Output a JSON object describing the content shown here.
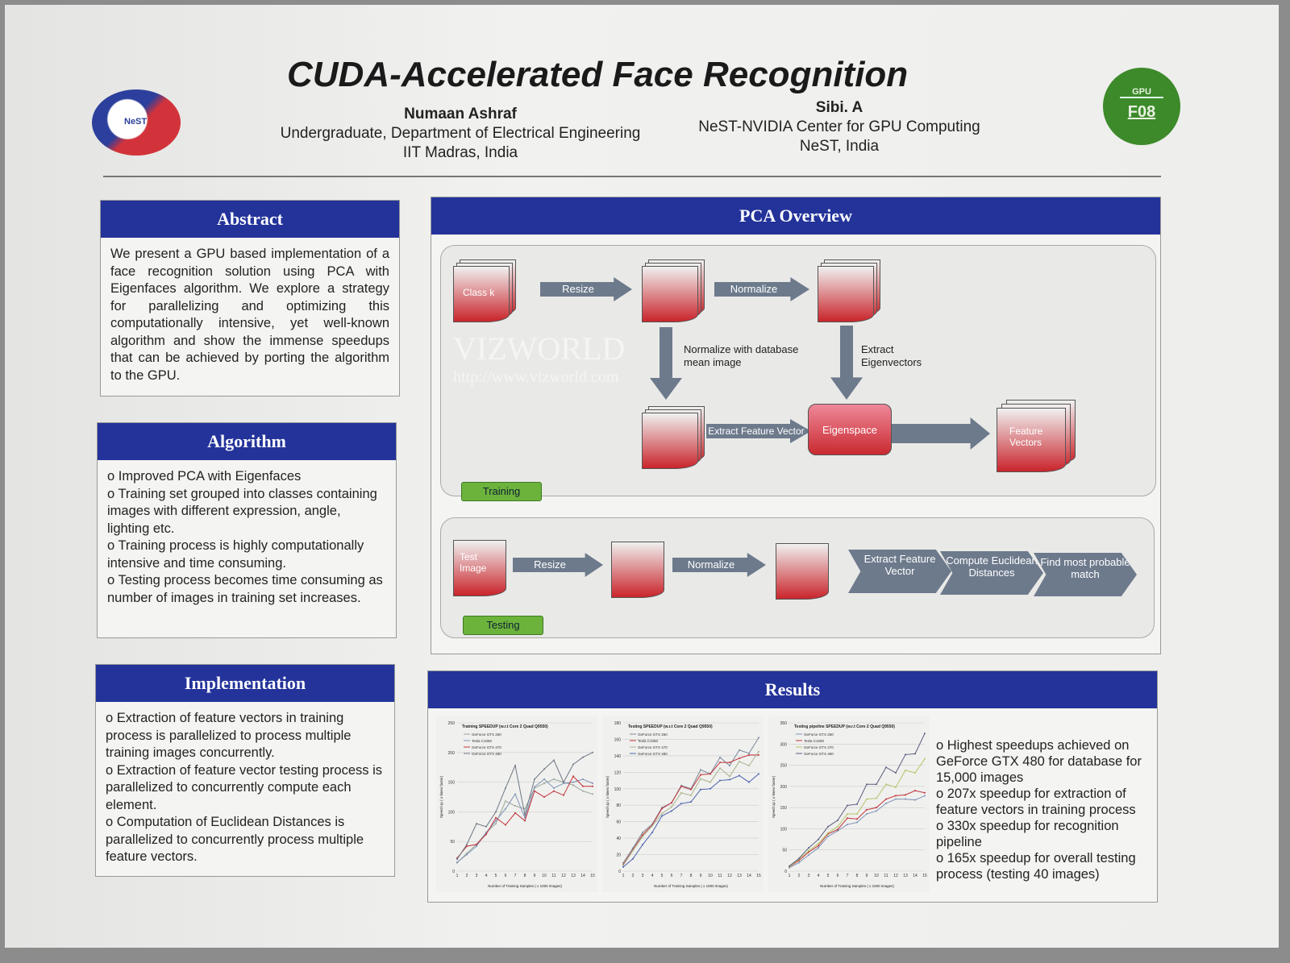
{
  "header": {
    "title": "CUDA-Accelerated Face Recognition",
    "author1": {
      "name": "Numaan Ashraf",
      "line1": "Undergraduate, Department of Electrical Engineering",
      "line2": "IIT Madras, India"
    },
    "author2": {
      "name": "Sibi. A",
      "line1": "NeST-NVIDIA Center for GPU Computing",
      "line2": "NeST, India"
    },
    "logo_text": "NeST",
    "badge_top": "GPU",
    "badge_code": "F08"
  },
  "abstract": {
    "heading": "Abstract",
    "text": "We present a GPU based implementation of a face recognition solution using PCA with Eigenfaces algorithm. We explore a strategy for parallelizing and optimizing this computationally intensive, yet well-known algorithm and show the immense speedups that can be achieved by porting the algorithm to the GPU."
  },
  "algorithm": {
    "heading": "Algorithm",
    "items": [
      "o Improved PCA with Eigenfaces",
      "o Training set grouped into classes containing images with different expression, angle, lighting etc.",
      "o Training process is highly computationally intensive and time consuming.",
      "o Testing process becomes time consuming as number of images in training set increases."
    ]
  },
  "implementation": {
    "heading": "Implementation",
    "items": [
      "o Extraction of feature vectors in training process is parallelized to process multiple training images concurrently.",
      "o Extraction of feature vector testing process is parallelized to concurrently compute each element.",
      "o Computation of Euclidean Distances is parallelized to concurrently process multiple feature vectors."
    ]
  },
  "pca": {
    "heading": "PCA Overview",
    "training": {
      "class_k": "Class k",
      "resize": "Resize",
      "normalize": "Normalize",
      "normalize_mean": "Normalize with database mean image",
      "extract_eig": "Extract Eigenvectors",
      "extract_fv": "Extract Feature Vector",
      "eigenspace": "Eigenspace",
      "feature_vectors": "Feature Vectors",
      "tag": "Training"
    },
    "testing": {
      "test_image": "Test Image",
      "resize": "Resize",
      "normalize": "Normalize",
      "extract": "Extract Feature Vector",
      "compute": "Compute Euclidean Distances",
      "find": "Find most probable match",
      "tag": "Testing"
    }
  },
  "watermark": {
    "brand": "VIZWORLD",
    "url": "http://www.vizworld.com"
  },
  "results": {
    "heading": "Results",
    "items": [
      "o Highest speedups achieved on GeForce GTX 480 for database for 15,000 images",
      "o 207x speedup for extraction of feature vectors in training process",
      "o 330x speedup for recognition pipeline",
      "o 165x speedup for overall testing process (testing 40 images)"
    ]
  },
  "chart_data": [
    {
      "type": "line",
      "title": "Training SPEEDUP (w.r.t Core 2 Quad Q9550)",
      "xlabel": "Number of Training Samples ( x 1000 images)",
      "ylabel": "Speed Up ( x times faster)",
      "ylim": [
        0,
        250
      ],
      "yticks": [
        0,
        50,
        100,
        150,
        200,
        250
      ],
      "x": [
        1,
        2,
        3,
        4,
        5,
        6,
        7,
        8,
        9,
        10,
        11,
        12,
        13,
        14,
        15
      ],
      "series": [
        {
          "name": "GeForce GTX 260",
          "color": "#9aa89a",
          "values": [
            14,
            30,
            45,
            65,
            80,
            118,
            110,
            105,
            140,
            148,
            155,
            150,
            145,
            135,
            130
          ]
        },
        {
          "name": "Tesla C1060",
          "color": "#7f93b8",
          "values": [
            15,
            28,
            42,
            65,
            85,
            105,
            130,
            90,
            142,
            155,
            140,
            148,
            150,
            155,
            148
          ]
        },
        {
          "name": "GeForce GTX 470",
          "color": "#c0333a",
          "values": [
            22,
            42,
            45,
            62,
            90,
            78,
            98,
            85,
            135,
            125,
            135,
            128,
            160,
            143,
            143
          ]
        },
        {
          "name": "GeForce GTX 480",
          "color": "#6e7885",
          "values": [
            20,
            45,
            80,
            75,
            100,
            140,
            178,
            95,
            155,
            172,
            187,
            150,
            180,
            192,
            200
          ]
        }
      ]
    },
    {
      "type": "line",
      "title": "Testing SPEEDUP (w.r.t Core 2 Quad Q9550)",
      "xlabel": "Number of Training Samples ( x 1000 images)",
      "ylabel": "Speed Up ( x times faster)",
      "ylim": [
        0,
        180
      ],
      "yticks": [
        0,
        20,
        40,
        60,
        80,
        100,
        120,
        140,
        160,
        180
      ],
      "x": [
        1,
        2,
        3,
        4,
        5,
        6,
        7,
        8,
        9,
        10,
        11,
        12,
        13,
        14,
        15
      ],
      "series": [
        {
          "name": "GeForce GTX 260",
          "color": "#7a8a9a",
          "values": [
            10,
            28,
            47,
            57,
            77,
            83,
            104,
            100,
            123,
            118,
            138,
            128,
            147,
            143,
            162
          ]
        },
        {
          "name": "Tesla C1060",
          "color": "#c0333a",
          "values": [
            8,
            26,
            44,
            56,
            76,
            83,
            103,
            99,
            117,
            118,
            132,
            132,
            137,
            141,
            141
          ]
        },
        {
          "name": "GeForce GTX 470",
          "color": "#a6b48c",
          "values": [
            7,
            25,
            42,
            55,
            70,
            78,
            95,
            92,
            112,
            108,
            125,
            115,
            133,
            128,
            145
          ]
        },
        {
          "name": "GeForce GTX 480",
          "color": "#4a62b0",
          "values": [
            5,
            15,
            32,
            47,
            67,
            73,
            82,
            84,
            99,
            100,
            110,
            111,
            116,
            108,
            118
          ]
        }
      ]
    },
    {
      "type": "line",
      "title": "Testing pipeline SPEEDUP (w.r.t Core 2 Quad Q9550)",
      "xlabel": "Number of Training Samples ( x 1000 images)",
      "ylabel": "Speed Up ( x times faster)",
      "ylim": [
        0,
        350
      ],
      "yticks": [
        0,
        50,
        100,
        150,
        200,
        250,
        300,
        350
      ],
      "x": [
        1,
        2,
        3,
        4,
        5,
        6,
        7,
        8,
        9,
        10,
        11,
        12,
        13,
        14,
        15
      ],
      "series": [
        {
          "name": "GeForce GTX 260",
          "color": "#7f93b8",
          "values": [
            8,
            20,
            38,
            55,
            82,
            95,
            110,
            115,
            135,
            142,
            160,
            170,
            170,
            168,
            178
          ]
        },
        {
          "name": "Tesla C1060",
          "color": "#c0333a",
          "values": [
            10,
            25,
            45,
            60,
            88,
            98,
            125,
            123,
            145,
            150,
            170,
            178,
            180,
            190,
            185
          ]
        },
        {
          "name": "GeForce GTX 470",
          "color": "#b8c46a",
          "values": [
            10,
            28,
            48,
            65,
            90,
            105,
            135,
            135,
            170,
            172,
            205,
            198,
            238,
            232,
            265
          ]
        },
        {
          "name": "GeForce GTX 480",
          "color": "#5a5e80",
          "values": [
            12,
            30,
            55,
            75,
            105,
            120,
            155,
            158,
            205,
            205,
            245,
            232,
            275,
            277,
            325
          ]
        }
      ]
    }
  ]
}
